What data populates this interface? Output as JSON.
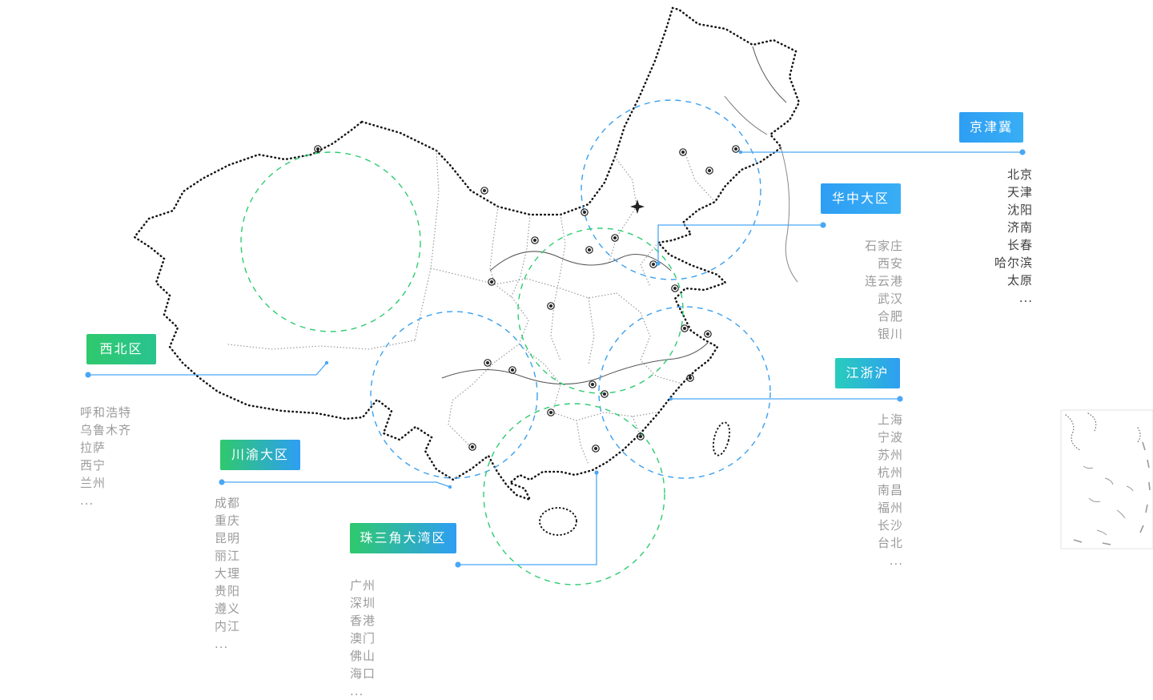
{
  "page": {
    "background": "#ffffff",
    "description_labels": []
  },
  "colors": {
    "connector_line": "#4aa7f5",
    "circle_blue": "#3aa0f0",
    "circle_green": "#2ecc71",
    "map_border": "#141414",
    "province_line": "#8a8a8a",
    "river_line": "#555555",
    "inset_line": "#9a9a9a",
    "city_list_gray": "#9b9b9b",
    "city_list_dark": "#3f3f3f",
    "label_blue": "#2e9ef3",
    "label_green": "#2fc96d",
    "label_teal": "#28cdbb"
  },
  "icons": {
    "city_marker": "double-circle",
    "capital_marker": "four-point-star",
    "connector_dot": "filled-circle"
  },
  "regions": [
    {
      "id": "jingjinji",
      "label": "京津冀",
      "cities": [
        "北京",
        "天津",
        "沈阳",
        "济南",
        "长春",
        "哈尔滨",
        "太原",
        "..."
      ]
    },
    {
      "id": "huazhong",
      "label": "华中大区",
      "cities": [
        "石家庄",
        "西安",
        "连云港",
        "武汉",
        "合肥",
        "银川"
      ]
    },
    {
      "id": "jiangzhehu",
      "label": "江浙沪",
      "cities": [
        "上海",
        "宁波",
        "苏州",
        "杭州",
        "南昌",
        "福州",
        "长沙",
        "台北",
        "..."
      ]
    },
    {
      "id": "xibei",
      "label": "西北区",
      "cities": [
        "呼和浩特",
        "乌鲁木齐",
        "拉萨",
        "西宁",
        "兰州",
        "..."
      ]
    },
    {
      "id": "chuanyu",
      "label": "川渝大区",
      "cities": [
        "成都",
        "重庆",
        "昆明",
        "丽江",
        "大理",
        "贵阳",
        "遵义",
        "内江",
        "..."
      ]
    },
    {
      "id": "zhusanjiao",
      "label": "珠三角大湾区",
      "cities": [
        "广州",
        "深圳",
        "香港",
        "澳门",
        "佛山",
        "海口",
        "..."
      ]
    }
  ]
}
